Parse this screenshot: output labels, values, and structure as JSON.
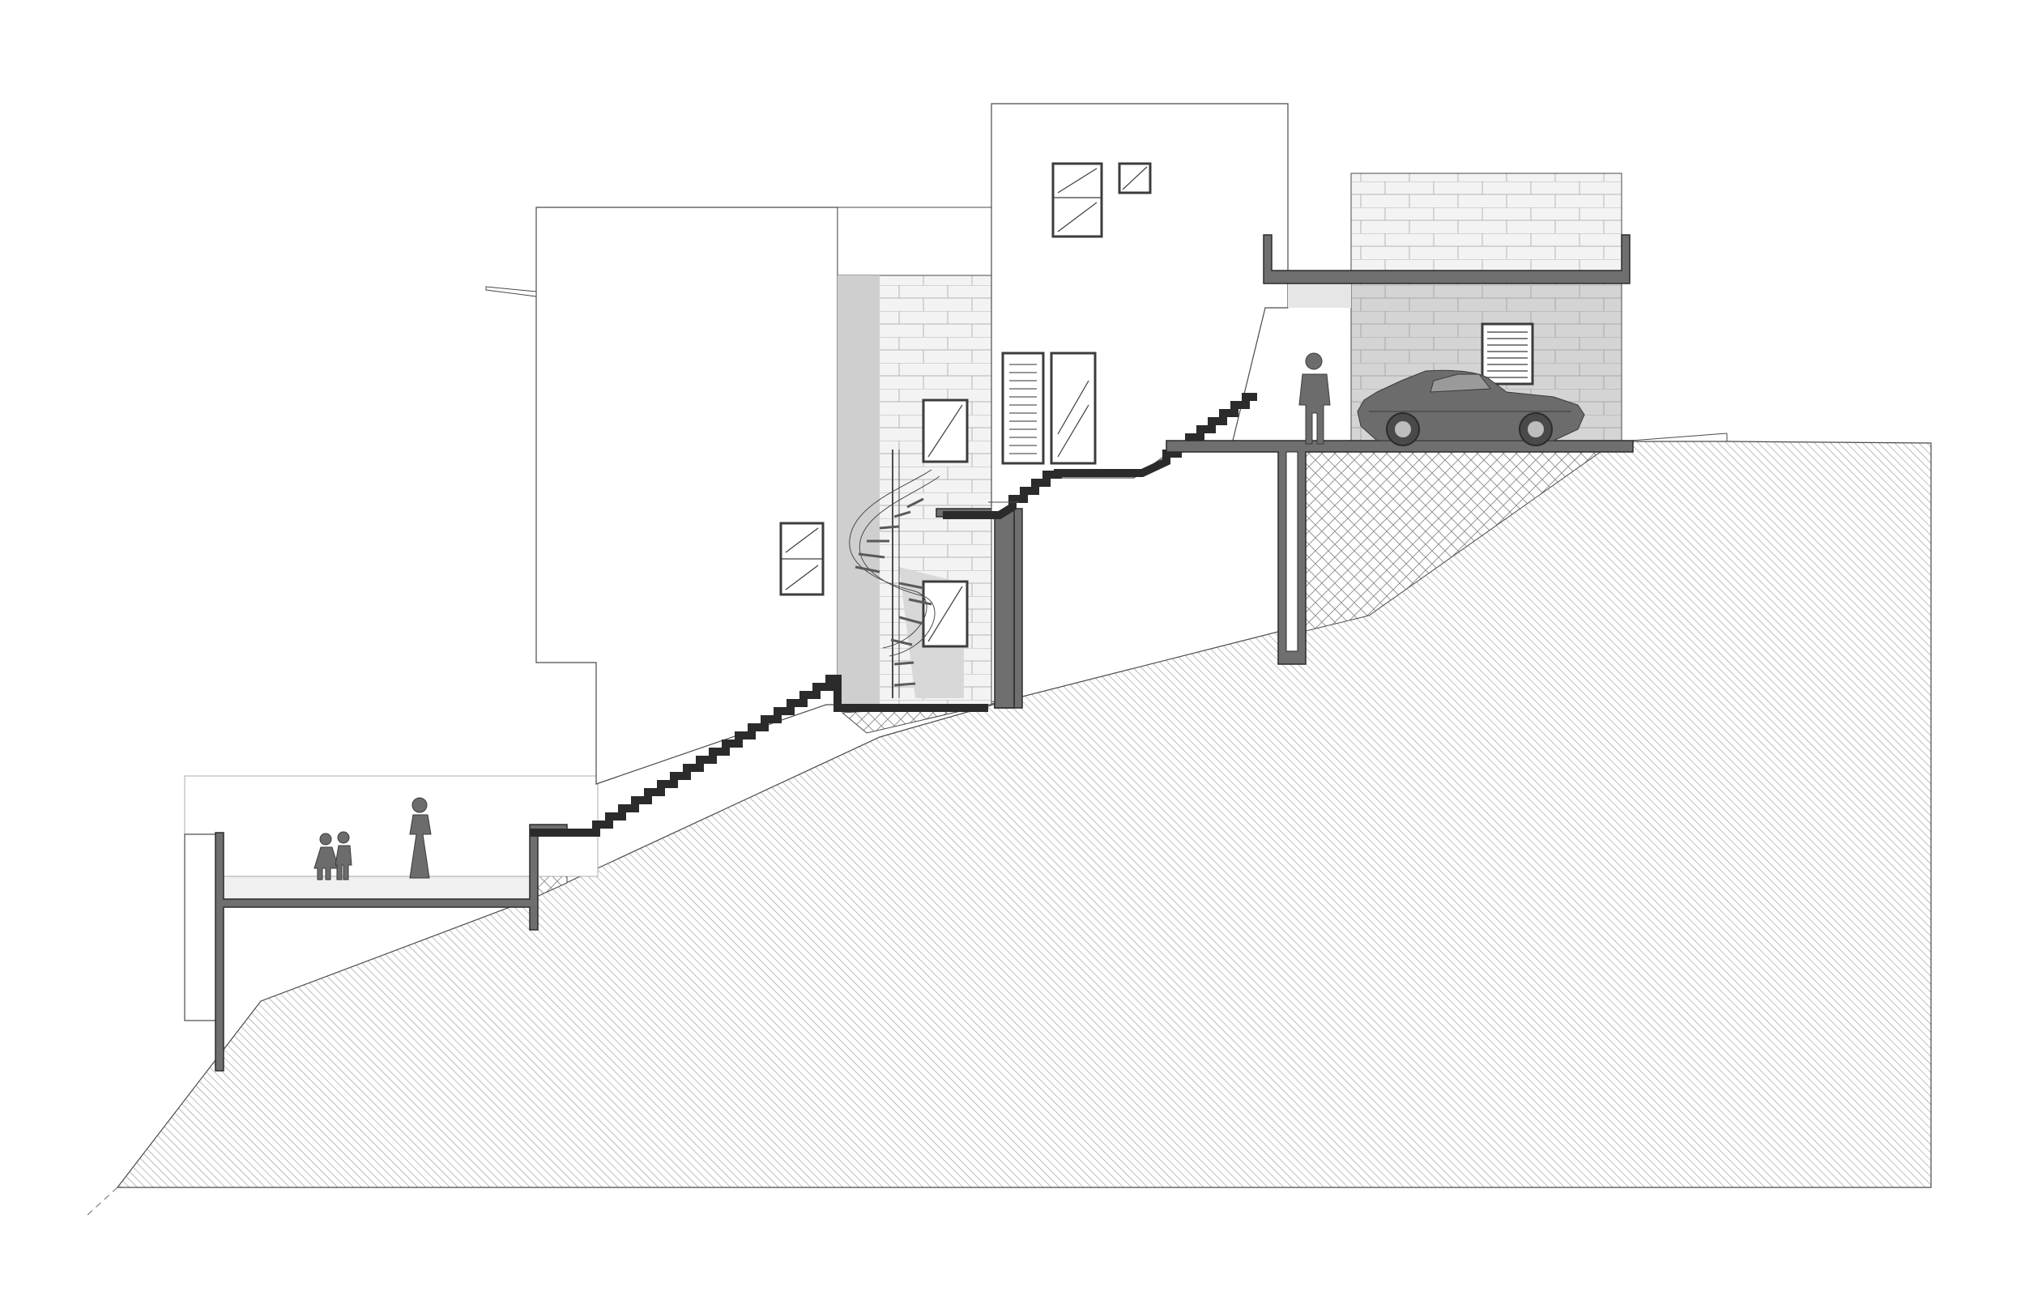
{
  "drawing": {
    "view": "building-section-on-slope",
    "colors": {
      "background": "#ffffff",
      "line": "#4a4a4a",
      "cut_fill": "#6f6f6f",
      "terrain_hatch": "#9a9a9a",
      "wall_shade": "#d4d4d4",
      "silhouette": "#6c6c6c"
    },
    "elements": [
      "terrain-section",
      "lower-terrace-slab",
      "main-block",
      "stair-core-wall",
      "spiral-stair",
      "exterior-stair",
      "upper-block",
      "garage-deck",
      "garage-wall",
      "garage-door",
      "car-silhouette",
      "people-silhouettes"
    ]
  }
}
